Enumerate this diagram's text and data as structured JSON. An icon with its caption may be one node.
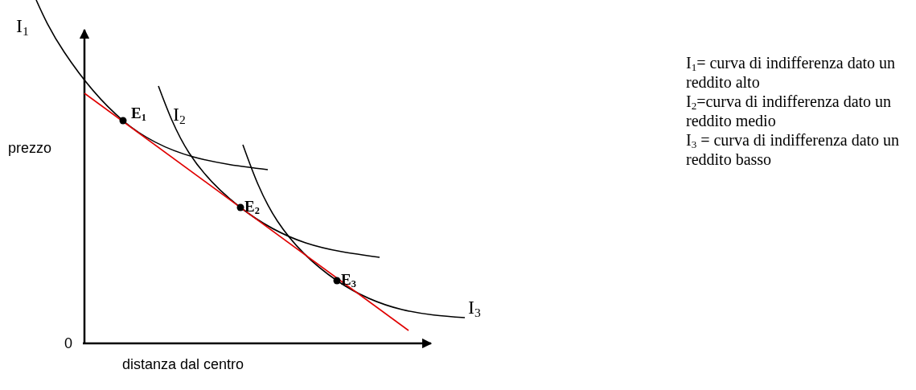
{
  "diagram": {
    "labels": [
      "I$_{1}$",
      "E$_{1}$",
      "I$_{2}$",
      "prezzo",
      "E$_{2}$",
      "E$_{3}$",
      "I$_{3}$",
      "0",
      "distanza dal centro",
      "I$_{1}$= curva di indifferenza dato un reddito alto",
      "I$_{2}$=curva di indifferenza dato un reddito medio",
      "I$_{3}$ = curva di indifferenza dato un reddito basso"
    ]
  }
}
